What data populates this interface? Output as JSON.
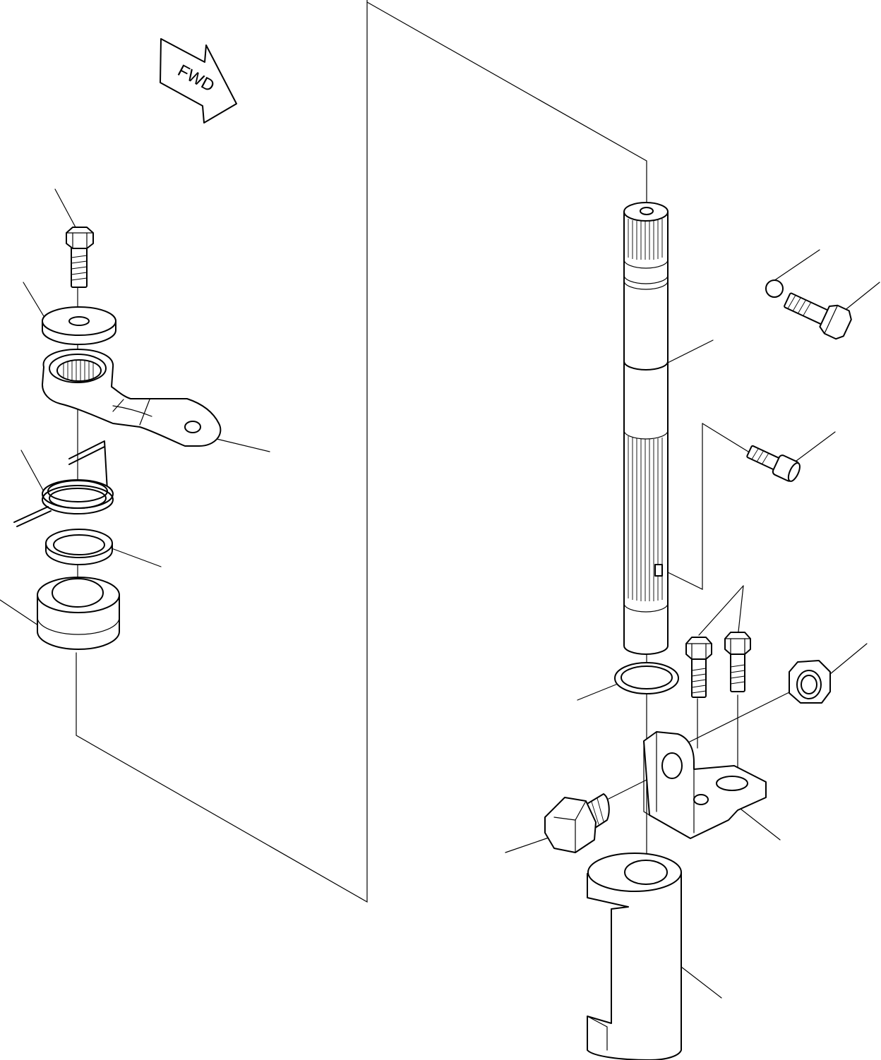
{
  "diagram": {
    "direction_arrow": {
      "label": "FWD",
      "icon": "fwd-arrow-icon"
    },
    "parts": [
      {
        "name": "bolt-top-left",
        "icon": "hex-bolt-icon"
      },
      {
        "name": "washer-top-left",
        "icon": "washer-icon"
      },
      {
        "name": "steering-arm",
        "icon": "lever-arm-icon"
      },
      {
        "name": "spring",
        "icon": "torsion-spring-icon"
      },
      {
        "name": "seal-ring",
        "icon": "seal-icon"
      },
      {
        "name": "bushing",
        "icon": "bushing-icon"
      },
      {
        "name": "splined-shaft",
        "icon": "shaft-icon"
      },
      {
        "name": "ball",
        "icon": "ball-icon"
      },
      {
        "name": "bolt-right",
        "icon": "hex-bolt-icon"
      },
      {
        "name": "socket-screw",
        "icon": "socket-screw-icon"
      },
      {
        "name": "bolts-pair",
        "icon": "hex-bolt-icon"
      },
      {
        "name": "nut",
        "icon": "hex-nut-icon"
      },
      {
        "name": "o-ring",
        "icon": "o-ring-icon"
      },
      {
        "name": "bracket",
        "icon": "bracket-icon"
      },
      {
        "name": "plug-bolt",
        "icon": "hex-bolt-icon"
      },
      {
        "name": "housing-tube",
        "icon": "housing-icon"
      }
    ]
  }
}
